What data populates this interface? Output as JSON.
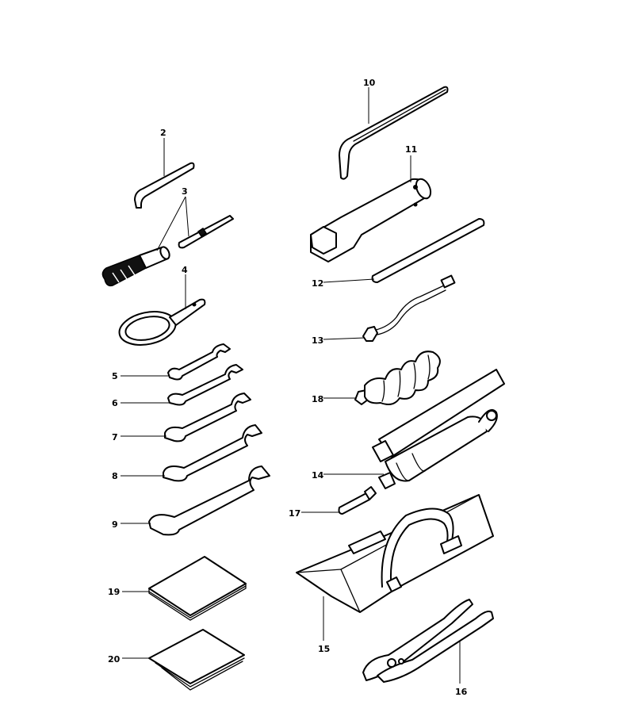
{
  "labels": {
    "l2": "2",
    "l3": "3",
    "l4": "4",
    "l5": "5",
    "l6": "6",
    "l7": "7",
    "l8": "8",
    "l9": "9",
    "l10": "10",
    "l11": "11",
    "l12": "12",
    "l13": "13",
    "l18": "18",
    "l14": "14",
    "l17": "17",
    "l19": "19",
    "l20": "20",
    "l15": "15",
    "l16": "16"
  }
}
